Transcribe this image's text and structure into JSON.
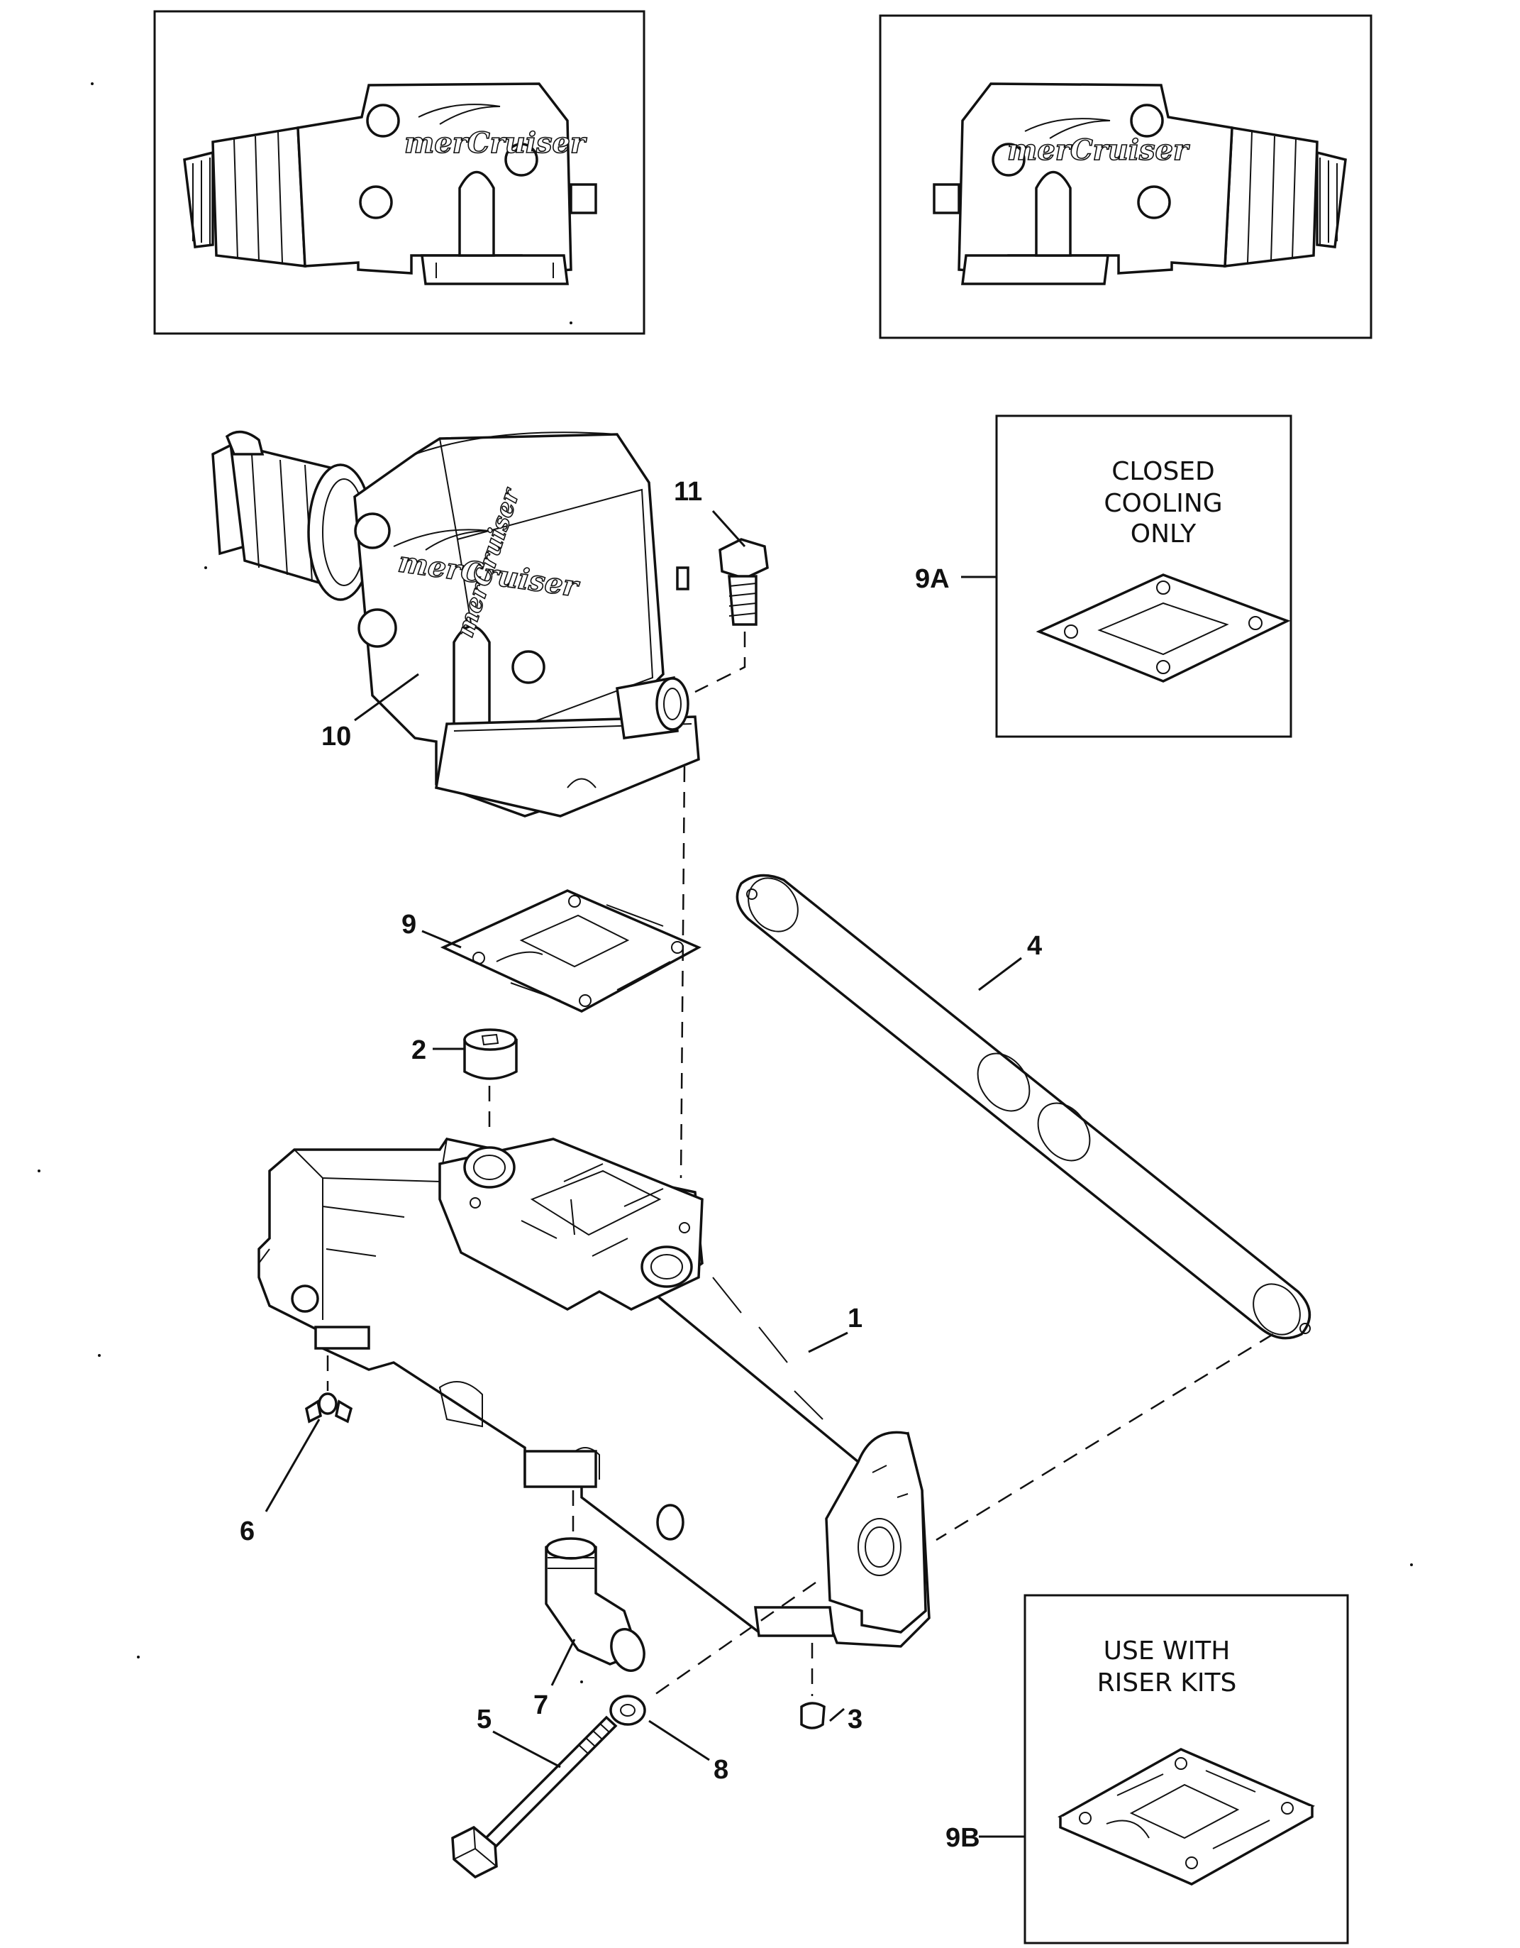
{
  "brand": "merCruiser",
  "callouts": {
    "c1": "1",
    "c2": "2",
    "c3": "3",
    "c4": "4",
    "c5": "5",
    "c6": "6",
    "c7": "7",
    "c8": "8",
    "c9": "9",
    "c9a": "9A",
    "c9b": "9B",
    "c10": "10",
    "c11": "11"
  },
  "notes": {
    "closed_cooling": [
      "CLOSED",
      "COOLING",
      "ONLY"
    ],
    "riser_kits": [
      "USE WITH",
      "RISER KITS"
    ]
  }
}
